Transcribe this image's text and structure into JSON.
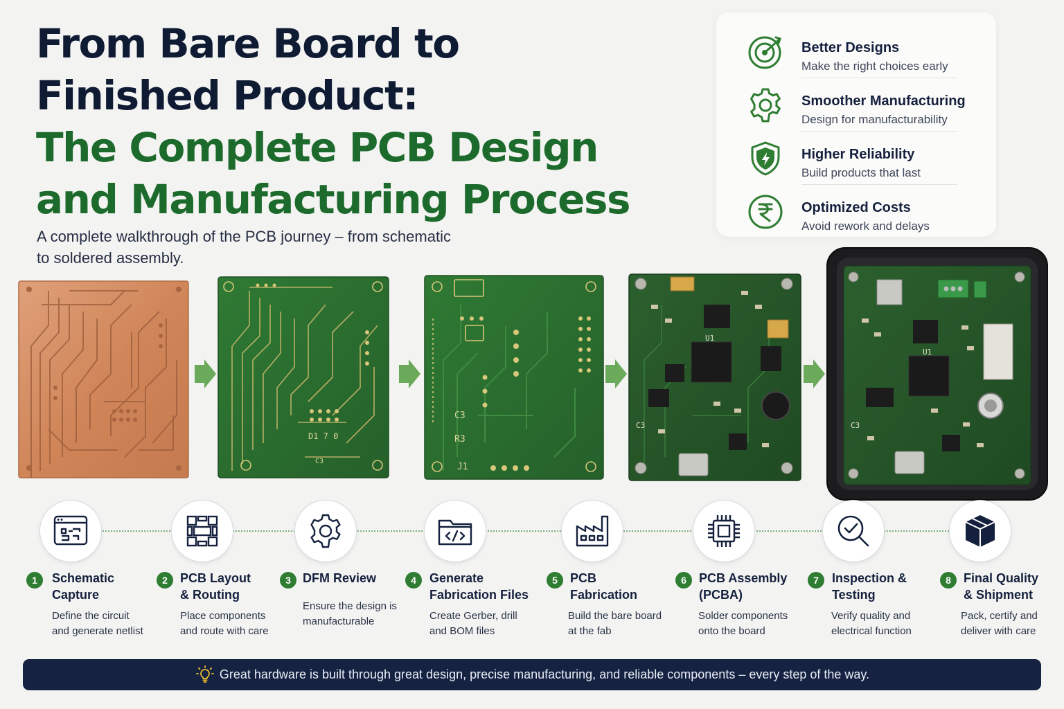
{
  "title": {
    "line1": "From Bare Board to",
    "line2": "Finished Product:",
    "line3": "The Complete PCB Design",
    "line4": "and Manufacturing Process"
  },
  "subtitle": "A complete walkthrough of the PCB journey – from schematic\nto soldered assembly.",
  "benefits": [
    {
      "icon": "target-icon",
      "title": "Better Designs",
      "desc": "Make the right choices early"
    },
    {
      "icon": "gear-icon",
      "title": "Smoother Manufacturing",
      "desc": "Design for manufacturability"
    },
    {
      "icon": "shield-icon",
      "title": "Higher Reliability",
      "desc": "Build products that last"
    },
    {
      "icon": "rupee-icon",
      "title": "Optimized Costs",
      "desc": "Avoid rework and delays"
    }
  ],
  "board_labels": {
    "board2_label": "D1 7 0",
    "board2_c3": "C3",
    "board3_c3": "C3",
    "board3_r3": "R3",
    "board3_j1": "J1",
    "board4_u1": "U1",
    "board4_c3": "C3",
    "board5_u1": "U1",
    "board5_c3": "C3"
  },
  "steps": [
    {
      "num": "1",
      "icon": "schematic-icon",
      "title": "Schematic\nCapture",
      "desc": "Define the circuit\nand generate netlist"
    },
    {
      "num": "2",
      "icon": "pcb-layout-icon",
      "title": "PCB Layout\n& Routing",
      "desc": "Place components\nand route with care"
    },
    {
      "num": "3",
      "icon": "gear-icon",
      "title": "DFM Review",
      "desc": "Ensure the design is\nmanufacturable"
    },
    {
      "num": "4",
      "icon": "code-folder-icon",
      "title": "Generate\nFabrication Files",
      "desc": "Create Gerber, drill\nand BOM files"
    },
    {
      "num": "5",
      "icon": "factory-icon",
      "title": "PCB\nFabrication",
      "desc": "Build the bare board\nat the fab"
    },
    {
      "num": "6",
      "icon": "chip-icon",
      "title": "PCB Assembly\n(PCBA)",
      "desc": "Solder components\nonto the board"
    },
    {
      "num": "7",
      "icon": "magnifier-check-icon",
      "title": "Inspection &\nTesting",
      "desc": "Verify quality and\nelectrical function"
    },
    {
      "num": "8",
      "icon": "package-icon",
      "title": "Final Quality\n& Shipment",
      "desc": "Pack, certify and\ndeliver with care"
    }
  ],
  "footer": {
    "icon": "lightbulb-icon",
    "text": "Great hardware is built through great design, precise manufacturing, and reliable components – every step of the way."
  },
  "colors": {
    "accent_green": "#1d6b2c",
    "title_navy": "#0f1a33",
    "footer_bg": "#152242",
    "pcb_green": "#2f6b2f",
    "copper": "#d28a5f"
  }
}
